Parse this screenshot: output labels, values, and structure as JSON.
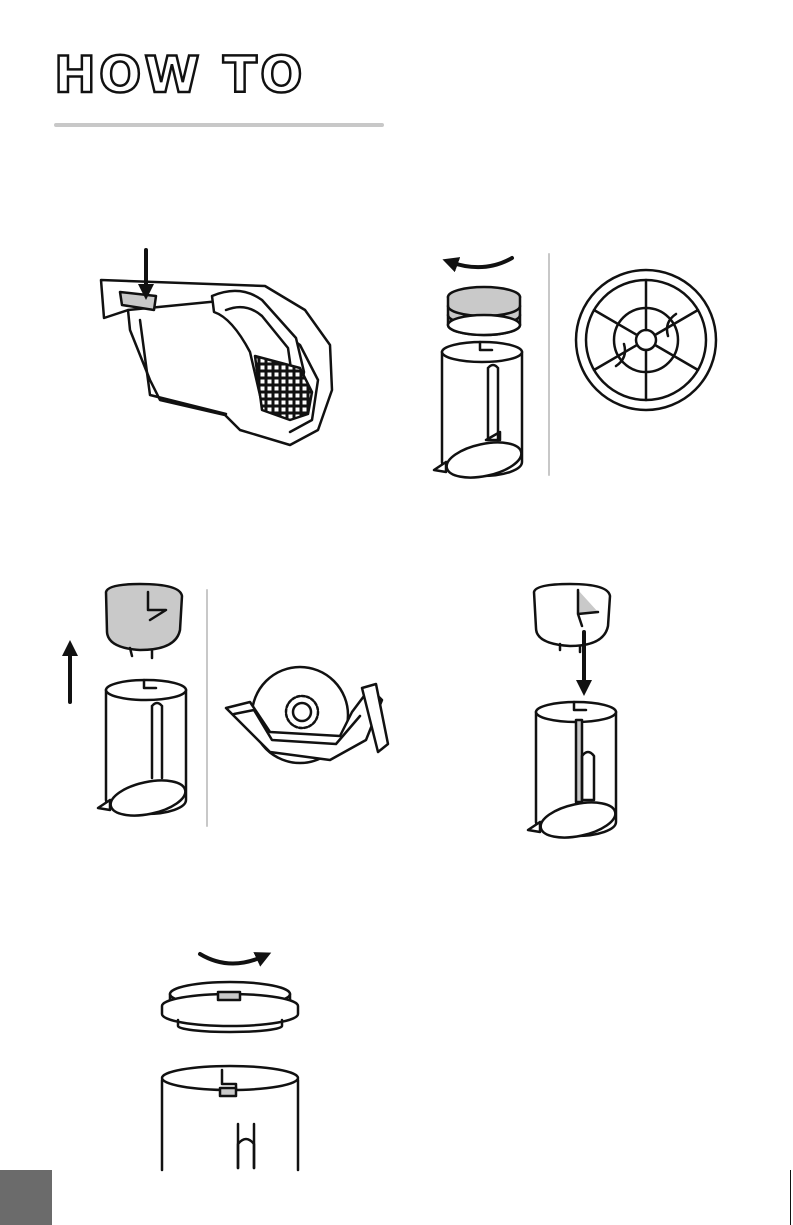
{
  "header": {
    "title": "HOW TO"
  },
  "colors": {
    "ink": "#111111",
    "shade": "#c9c9c9",
    "rule": "#c8c8c8",
    "tab": "#6b6b6b"
  },
  "steps": [
    {
      "id": "press-release-button",
      "icon": "down-arrow-icon"
    },
    {
      "id": "twist-off-filter",
      "icon": "counterclockwise-arrow-icon"
    },
    {
      "id": "filter-top-view",
      "icon": "none"
    },
    {
      "id": "lift-cyclone-cap",
      "icon": "up-arrow-icon"
    },
    {
      "id": "empty-dust-bin",
      "icon": "none"
    },
    {
      "id": "replace-cyclone-cap",
      "icon": "down-arrow-icon"
    },
    {
      "id": "twist-on-filter",
      "icon": "clockwise-arrow-icon"
    }
  ]
}
